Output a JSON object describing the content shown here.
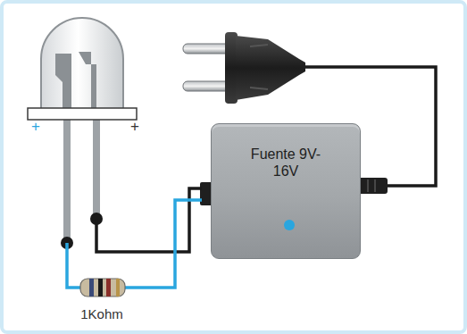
{
  "diagram": {
    "nodes": [
      {
        "text": [
          "Fuente 9V-16V"
        ]
      }
    ],
    "labels": [
      "+",
      "+",
      "1Kohm"
    ]
  }
}
